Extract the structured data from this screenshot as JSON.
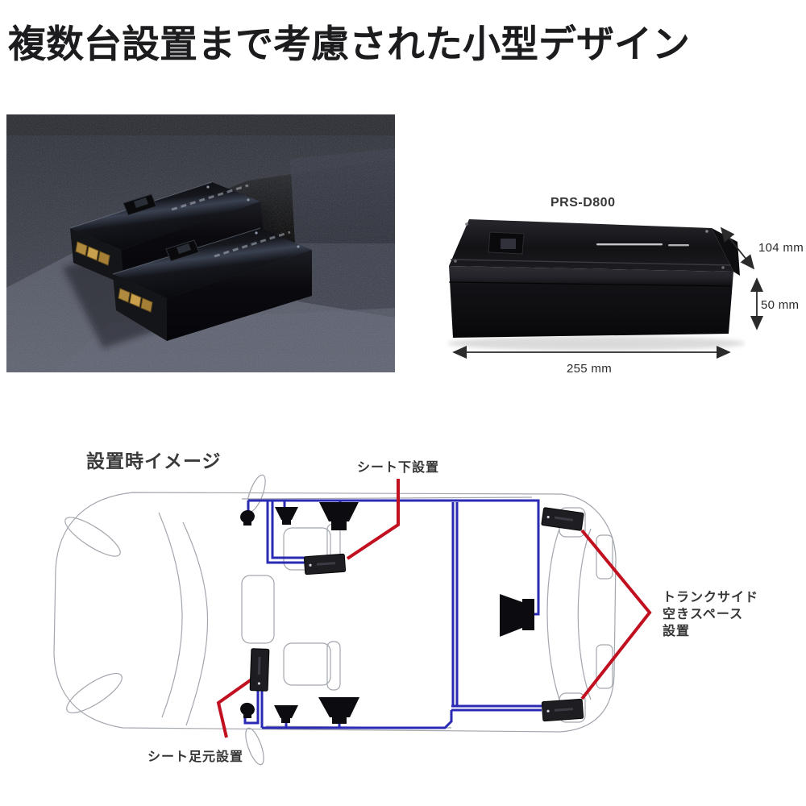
{
  "headline": {
    "text": "複数台設置まで考慮された小型デザイン"
  },
  "product": {
    "model_label": "PRS-D800",
    "dimensions": {
      "depth": "104 mm",
      "height": "50 mm",
      "width": "255 mm"
    }
  },
  "photo": {
    "alt": "two amplifiers installed side by side in a car trunk"
  },
  "diagram": {
    "title": "設置時イメージ",
    "labels": {
      "seat_under": "シート下設置",
      "seat_foot": "シート足元設置",
      "trunk_side_lines": [
        "トランクサイド",
        "空きスペース",
        "設置"
      ]
    }
  },
  "colors": {
    "wire_blue": "#2a2ab4",
    "wire_red": "#c11020",
    "car_outline": "#a2a6ad",
    "speaker_black": "#0c0c10",
    "text_dark": "#3a3a3a",
    "arrow": "#2b2b2b"
  }
}
